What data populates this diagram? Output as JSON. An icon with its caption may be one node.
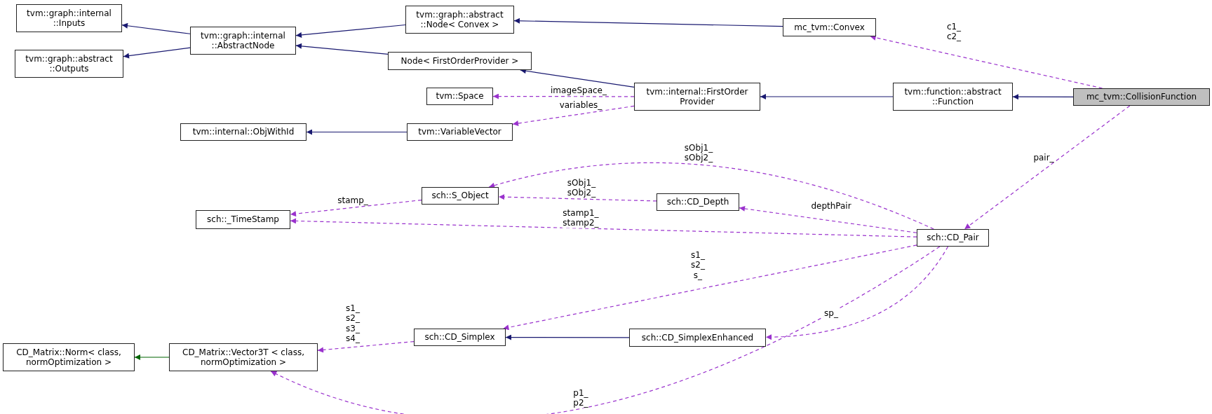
{
  "diagram": {
    "nodes": [
      {
        "text": [
          "tvm::graph::internal ::Inputs"
        ]
      },
      {
        "text": [
          "tvm::graph::abstract ::Outputs"
        ]
      },
      {
        "text": [
          "tvm::graph::internal ::AbstractNode"
        ]
      },
      {
        "text": [
          "tvm::graph::abstract ::Node< Convex >"
        ]
      },
      {
        "text": [
          "Node< FirstOrderProvider >"
        ]
      },
      {
        "text": [
          "tvm::Space"
        ]
      },
      {
        "text": [
          "tvm::internal::ObjWithId"
        ]
      },
      {
        "text": [
          "tvm::VariableVector"
        ]
      },
      {
        "text": [
          "mc_tvm::Convex"
        ]
      },
      {
        "text": [
          "tvm::internal::FirstOrder Provider"
        ]
      },
      {
        "text": [
          "tvm::function::abstract ::Function"
        ]
      },
      {
        "text": [
          "mc_tvm::CollisionFunction"
        ]
      },
      {
        "text": [
          "sch::S_Object"
        ]
      },
      {
        "text": [
          "sch::_TimeStamp"
        ]
      },
      {
        "text": [
          "sch::CD_Depth"
        ]
      },
      {
        "text": [
          "sch::CD_Pair"
        ]
      },
      {
        "text": [
          "CD_Matrix::Norm< class, normOptimization >"
        ]
      },
      {
        "text": [
          "CD_Matrix::Vector3T < class, normOptimization >"
        ]
      },
      {
        "text": [
          "sch::CD_Simplex"
        ]
      },
      {
        "text": [
          "sch::CD_SimplexEnhanced"
        ]
      }
    ],
    "edges": [
      {
        "from": 2,
        "to": 0,
        "arrow": "to",
        "color": "#191970"
      },
      {
        "from": 2,
        "to": 1,
        "arrow": "to",
        "color": "#191970"
      },
      {
        "from": 3,
        "to": 2,
        "arrow": "to",
        "color": "#191970"
      },
      {
        "from": 4,
        "to": 2,
        "arrow": "to",
        "color": "#191970"
      },
      {
        "from": 8,
        "to": 3,
        "arrow": "to",
        "color": "#191970"
      },
      {
        "from": 9,
        "to": 4,
        "arrow": "to",
        "color": "#191970"
      },
      {
        "from": 9,
        "to": 5,
        "arrow": "to",
        "label": "imageSpace_",
        "style": "dashed",
        "color": "#9a32cd"
      },
      {
        "from": 9,
        "to": 7,
        "arrow": "to",
        "label": "variables_",
        "style": "dashed",
        "color": "#9a32cd"
      },
      {
        "from": 7,
        "to": 6,
        "arrow": "to",
        "color": "#191970"
      },
      {
        "from": 10,
        "to": 9,
        "arrow": "to",
        "color": "#191970"
      },
      {
        "from": 11,
        "to": 10,
        "arrow": "to",
        "color": "#191970"
      },
      {
        "from": 11,
        "to": 8,
        "arrow": "to",
        "label": "c1_ c2_",
        "style": "dashed",
        "color": "#9a32cd"
      },
      {
        "from": 11,
        "to": 15,
        "arrow": "to",
        "label": "pair_",
        "style": "dashed",
        "color": "#9a32cd"
      },
      {
        "from": 15,
        "to": 12,
        "arrow": "to",
        "label": "sObj1_ sObj2_",
        "style": "dashed",
        "color": "#9a32cd"
      },
      {
        "from": 14,
        "to": 12,
        "arrow": "to",
        "label": "sObj1_ sObj2_",
        "style": "dashed",
        "color": "#9a32cd"
      },
      {
        "from": 12,
        "to": 13,
        "arrow": "to",
        "label": "stamp_",
        "style": "dashed",
        "color": "#9a32cd"
      },
      {
        "from": 15,
        "to": 14,
        "arrow": "to",
        "label": "depthPair",
        "style": "dashed",
        "color": "#9a32cd"
      },
      {
        "from": 15,
        "to": 13,
        "arrow": "to",
        "label": "stamp1_ stamp2_",
        "style": "dashed",
        "color": "#9a32cd"
      },
      {
        "from": 15,
        "to": 18,
        "arrow": "to",
        "label": "s1_ s2_ s_",
        "style": "dashed",
        "color": "#9a32cd"
      },
      {
        "from": 18,
        "to": 17,
        "arrow": "to",
        "label": "s1_ s2_ s3_ s4_",
        "style": "dashed",
        "color": "#9a32cd"
      },
      {
        "from": 19,
        "to": 18,
        "arrow": "to",
        "color": "#191970"
      },
      {
        "from": 15,
        "to": 19,
        "arrow": "to",
        "label": "sp_",
        "style": "dashed",
        "color": "#9a32cd"
      },
      {
        "from": 15,
        "to": 17,
        "arrow": "to",
        "label": "p1_ p2_",
        "style": "dashed",
        "color": "#9a32cd"
      },
      {
        "from": 17,
        "to": 16,
        "arrow": "to",
        "color": "#006400"
      }
    ]
  }
}
